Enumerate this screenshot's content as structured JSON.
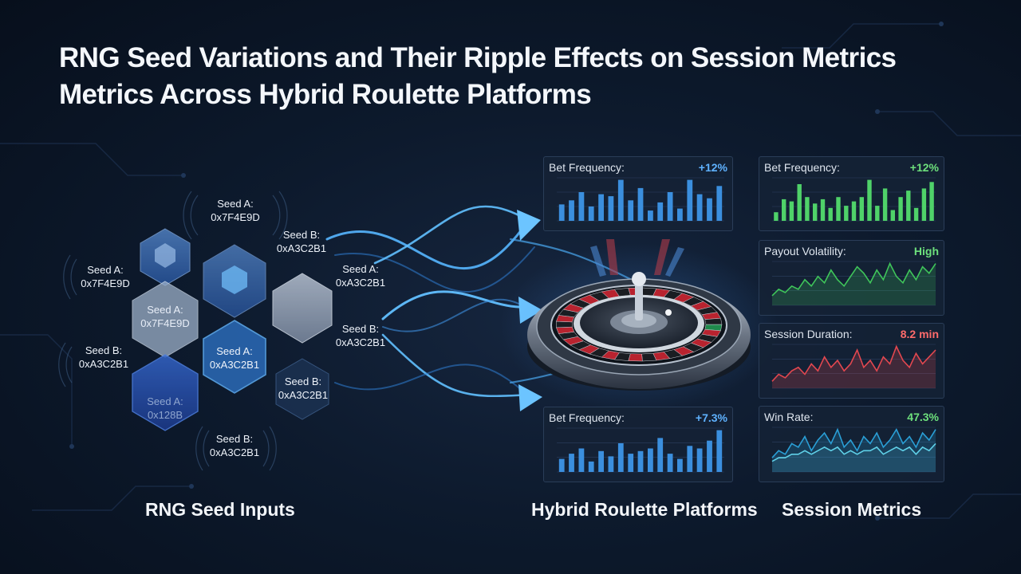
{
  "title": {
    "line1": "RNG Seed Variations and Their Ripple Effects on Session Metrics",
    "line2": "Metrics Across Hybrid Roulette Platforms"
  },
  "sections": {
    "left": "RNG Seed Inputs",
    "middle": "Hybrid Roulette Platforms",
    "right": "Session Metrics"
  },
  "seeds": [
    {
      "name": "Seed A:",
      "code": "0x7F4E9D"
    },
    {
      "name": "Seed B:",
      "code": "0xA3C2B1"
    },
    {
      "name": "Seed A:",
      "code": "0xA3C2B1"
    },
    {
      "name": "Seed A:",
      "code": "0x7F4E9D"
    },
    {
      "name": "Seed B:",
      "code": "0xA3C2B1"
    },
    {
      "name": "Seed B:",
      "code": "0xA3C2B1"
    },
    {
      "name": "Seed B:",
      "code": "0xA3C2B1"
    },
    {
      "name": "Seed A:",
      "code": "0x7F4E9D"
    },
    {
      "name": "Seed A:",
      "code": "0xA3C2B1"
    },
    {
      "name": "Seed A:",
      "code": "0x128B"
    }
  ],
  "panels": [
    {
      "label": "Bet Frequency:",
      "value": "+12%",
      "type": "bar",
      "color": "#3b8fde",
      "valueColor": "#5fb2ff",
      "values": [
        8,
        10,
        14,
        7,
        13,
        12,
        20,
        10,
        16,
        5,
        9,
        14,
        6,
        20,
        13,
        11,
        17
      ]
    },
    {
      "label": "Bet Frequency:",
      "value": "+7.3%",
      "type": "bar",
      "color": "#3b8fde",
      "valueColor": "#5fb2ff",
      "values": [
        5,
        7,
        9,
        4,
        8,
        6,
        11,
        7,
        8,
        9,
        13,
        7,
        5,
        10,
        9,
        12,
        16
      ]
    },
    {
      "label": "Bet Frequency:",
      "value": "+12%",
      "type": "bar",
      "color": "#4fd269",
      "valueColor": "#6de07c",
      "values": [
        4,
        10,
        9,
        17,
        11,
        8,
        10,
        6,
        11,
        7,
        9,
        11,
        19,
        7,
        15,
        5,
        11,
        14,
        6,
        15,
        18
      ]
    },
    {
      "label": "Payout Volatility:",
      "value": "High",
      "type": "line",
      "color": "#3fc55a",
      "valueColor": "#6de07c",
      "values": [
        3,
        5,
        4,
        6,
        5,
        8,
        6,
        9,
        7,
        11,
        8,
        6,
        9,
        12,
        10,
        7,
        11,
        8,
        13,
        9,
        7,
        11,
        8,
        12,
        10,
        13
      ]
    },
    {
      "label": "Session Duration:",
      "value": "8.2 min",
      "type": "line",
      "color": "#e2474f",
      "valueColor": "#ff6b6b",
      "values": [
        2,
        4,
        3,
        5,
        6,
        4,
        7,
        5,
        9,
        6,
        8,
        5,
        7,
        11,
        6,
        8,
        5,
        9,
        7,
        12,
        8,
        6,
        10,
        7,
        9,
        11
      ]
    },
    {
      "label": "Win Rate:",
      "value": "47.3%",
      "type": "line2",
      "color": "#2a9fd6",
      "valueColor": "#6de07c",
      "values": [
        4,
        6,
        5,
        8,
        7,
        10,
        6,
        9,
        11,
        8,
        12,
        7,
        9,
        6,
        10,
        8,
        11,
        7,
        9,
        12,
        8,
        10,
        7,
        11,
        9,
        12
      ],
      "values2": [
        3,
        4,
        4,
        5,
        5,
        6,
        5,
        6,
        7,
        6,
        7,
        5,
        6,
        5,
        6,
        6,
        7,
        5,
        6,
        7,
        6,
        7,
        5,
        7,
        6,
        8
      ]
    }
  ]
}
